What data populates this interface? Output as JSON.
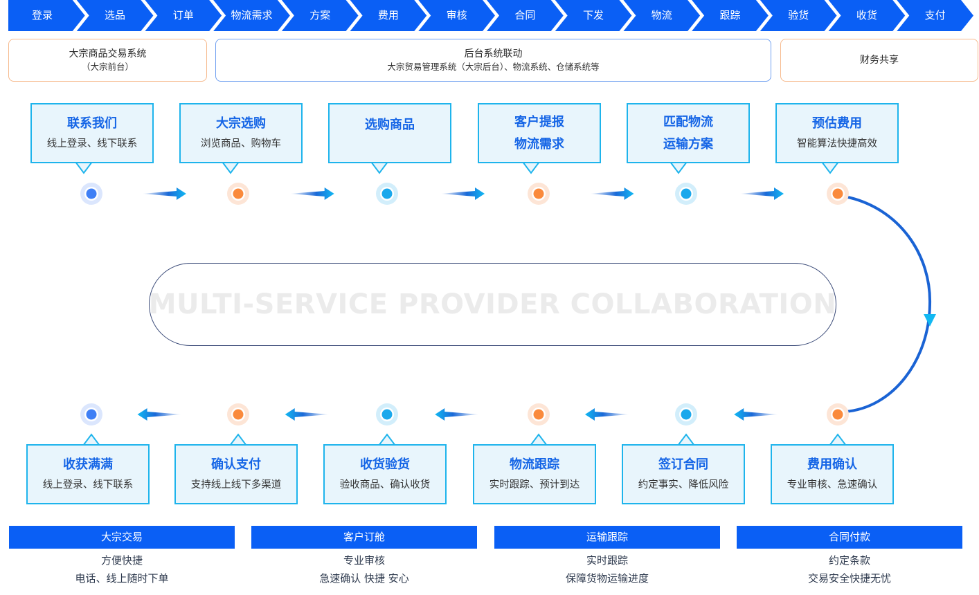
{
  "process_steps": [
    "登录",
    "选品",
    "订单",
    "物流需求",
    "方案",
    "费用",
    "审核",
    "合同",
    "下发",
    "物流",
    "跟踪",
    "验货",
    "收货",
    "支付"
  ],
  "systems": {
    "front": {
      "title": "大宗商品交易系统",
      "subtitle": "（大宗前台）"
    },
    "backend": {
      "title": "后台系统联动",
      "subtitle": "大宗贸易管理系统（大宗后台）、物流系统、仓储系统等"
    },
    "finance": {
      "title": "财务共享"
    }
  },
  "top_flow": [
    {
      "title": "联系我们",
      "subtitle": "线上登录、线下联系",
      "node_color": "blue"
    },
    {
      "title": "大宗选购",
      "subtitle": "浏览商品、购物车",
      "node_color": "orange"
    },
    {
      "title": "选购商品",
      "subtitle": "",
      "node_color": "cyan"
    },
    {
      "title": "客户提报",
      "title2": "物流需求",
      "node_color": "orange"
    },
    {
      "title": "匹配物流",
      "title2": "运输方案",
      "node_color": "cyan"
    },
    {
      "title": "预估费用",
      "subtitle": "智能算法快捷高效",
      "node_color": "orange"
    }
  ],
  "bottom_flow": [
    {
      "title": "收获满满",
      "subtitle": "线上登录、线下联系",
      "node_color": "blue"
    },
    {
      "title": "确认支付",
      "subtitle": "支持线上线下多渠道",
      "node_color": "orange"
    },
    {
      "title": "收货验货",
      "subtitle": "验收商品、确认收货",
      "node_color": "cyan"
    },
    {
      "title": "物流跟踪",
      "subtitle": "实时跟踪、预计到达",
      "node_color": "orange"
    },
    {
      "title": "签订合同",
      "subtitle": "约定事实、降低风险",
      "node_color": "cyan"
    },
    {
      "title": "费用确认",
      "subtitle": "专业审核、急速确认",
      "node_color": "orange"
    }
  ],
  "watermark": "MULTI-SERVICE PROVIDER COLLABORATION",
  "summary": [
    {
      "header": "大宗交易",
      "line1": "方便快捷",
      "line2": "电话、线上随时下单"
    },
    {
      "header": "客户订舱",
      "line1": "专业审核",
      "line2": "急速确认 快捷 安心"
    },
    {
      "header": "运输跟踪",
      "line1": "实时跟踪",
      "line2": "保障货物运输进度"
    },
    {
      "header": "合同付款",
      "line1": "约定条款",
      "line2": "交易安全快捷无忧"
    }
  ],
  "colors": {
    "brand_blue": "#0a5ff5",
    "callout_border": "#1eb4ec",
    "callout_fill": "#e8f5fc",
    "title_blue": "#1565e6",
    "node_blue": "#3f7ff5",
    "node_orange": "#fa8a3c",
    "node_cyan": "#1aa8ec",
    "orange_border": "#f6b98c",
    "blue_border": "#6f9ff0"
  }
}
